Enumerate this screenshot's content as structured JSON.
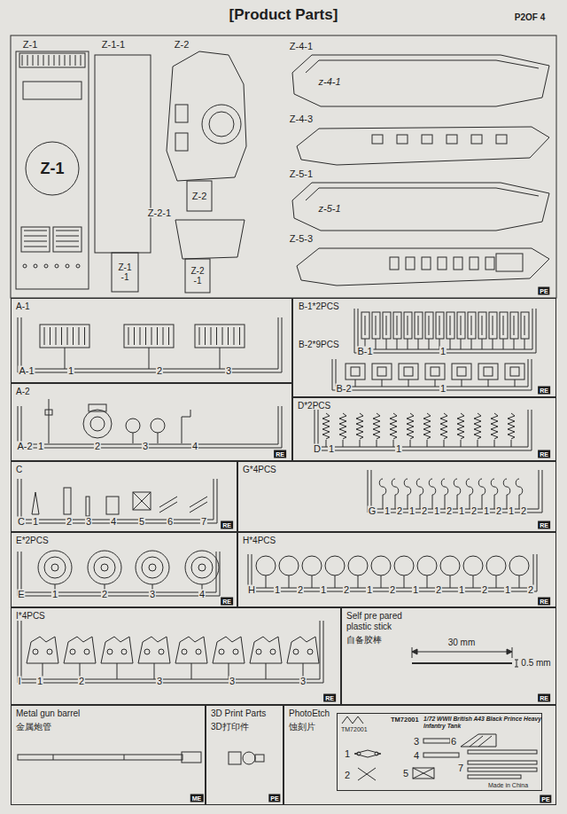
{
  "diagram": {
    "title": "[Product Parts]",
    "nodes": [
      {
        "text": [
          "A-1"
        ]
      },
      {
        "text": [
          "A-2"
        ]
      },
      {
        "text": [
          "B-1*2PCS",
          "B-2*9PCS"
        ]
      },
      {
        "text": [
          "D*2PCS"
        ]
      },
      {
        "text": [
          "C"
        ]
      },
      {
        "text": [
          "G*4PCS"
        ]
      },
      {
        "text": [
          "E*2PCS"
        ]
      },
      {
        "text": [
          "H*4PCS"
        ]
      },
      {
        "text": [
          "I*4PCS"
        ]
      },
      {
        "text": [
          "Self pre pared plastic stick",
          "自备胶棒"
        ]
      },
      {
        "text": [
          "Metal gun barrel",
          "金属炮管"
        ]
      },
      {
        "text": [
          "3D Print Parts",
          "3D打印件"
        ]
      },
      {
        "text": [
          "PhotoEtch",
          "蚀刻片"
        ]
      },
      {
        "text": [
          "TM72001",
          "1/72 WWII British A43 Black Prince Heavy Infantry Tank",
          "TM72001",
          "Made in China"
        ],
        "in": 12
      }
    ],
    "labels": [
      "P2OF 4",
      "Z-1",
      "Z-1-1",
      "Z-2",
      "Z-4-1",
      "Z-4-3",
      "Z-5-1",
      "Z-5-3",
      "Z-2-1",
      "Z-1",
      "Z-2",
      "Z-1 -1",
      "Z-2 -1",
      "z-4-1",
      "z-5-1",
      "PE",
      "A-1",
      "1",
      "2",
      "3",
      "A-2",
      "1",
      "2",
      "3",
      "4",
      "RE",
      "B-1",
      "1",
      "B-2",
      "1",
      "RE",
      "D",
      "1",
      "1",
      "RE",
      "C",
      "1",
      "2",
      "3",
      "4",
      "5",
      "6",
      "7",
      "RE",
      "G",
      "1",
      "2",
      "1",
      "2",
      "1",
      "2",
      "1",
      "2",
      "1",
      "2",
      "1",
      "2",
      "RE",
      "E",
      "1",
      "2",
      "3",
      "4",
      "RE",
      "H",
      "1",
      "2",
      "1",
      "2",
      "1",
      "2",
      "1",
      "2",
      "1",
      "2",
      "1",
      "2",
      "RE",
      "I",
      "1",
      "2",
      "3",
      "3",
      "3",
      "RE",
      "30 mm",
      "0.5 mm",
      "RE",
      "ME",
      "PE",
      "1",
      "2",
      "3",
      "4",
      "5",
      "6",
      "7",
      "PE"
    ]
  }
}
